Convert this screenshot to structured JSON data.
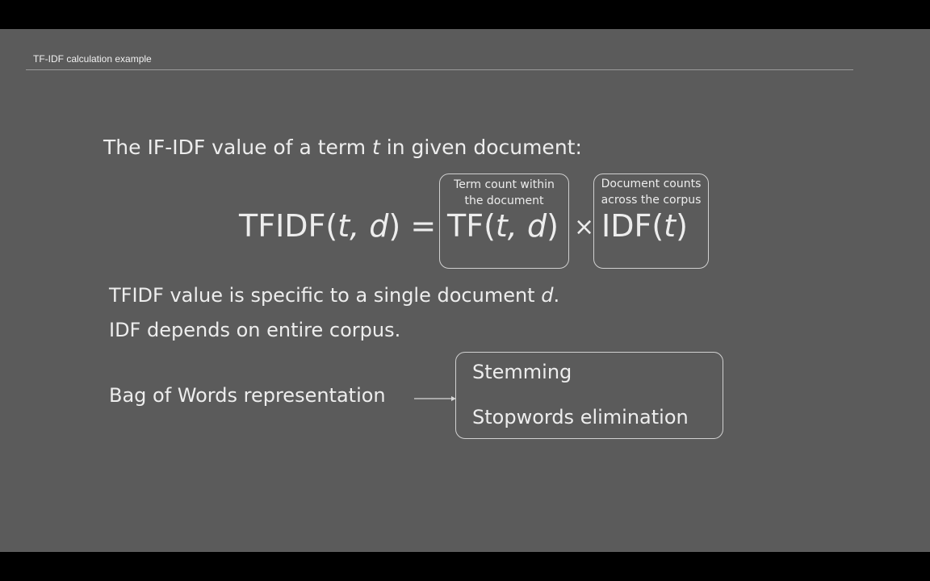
{
  "header": {
    "title": "TF-IDF calculation example"
  },
  "intro": {
    "prefix": "The IF-IDF value of a term ",
    "variable": "t",
    "suffix": " in given document:"
  },
  "formula": {
    "lhs_open": "TFIDF(",
    "lhs_vars": "t, d",
    "lhs_close": ") =",
    "tf_open": "TF(",
    "tf_vars": "t, d",
    "tf_close": ")",
    "times": "×",
    "idf_open": "IDF(",
    "idf_var": "t",
    "idf_close": ")",
    "tf_note_line1": "Term count within",
    "tf_note_line2": "the document",
    "idf_note_line1": "Document counts",
    "idf_note_line2": "across the corpus"
  },
  "statements": {
    "line1_text": "TFIDF value is specific to a single document ",
    "line1_var": "d",
    "line1_end": ".",
    "line2": "IDF depends on entire corpus."
  },
  "bag_of_words": {
    "label": "Bag of Words representation",
    "steps": [
      "Stemming",
      "Stopwords elimination"
    ]
  },
  "colors": {
    "slide_background": "#5b5b5b",
    "text": "#ededed",
    "letterbox": "#000000"
  }
}
